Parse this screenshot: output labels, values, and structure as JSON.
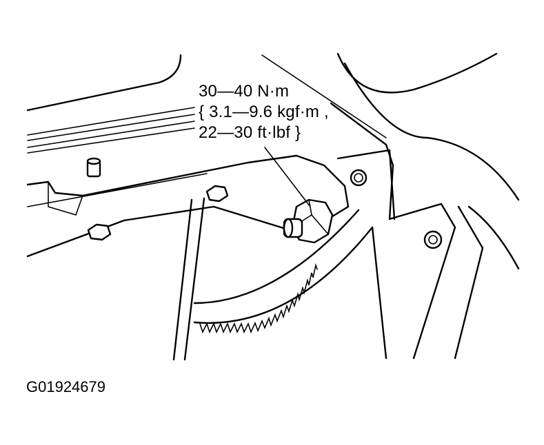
{
  "callout": {
    "line1": "30—40 N·m",
    "line2": "{ 3.1—9.6 kgf·m ,",
    "line3": "22—30 ft·lbf }"
  },
  "figure_id": "G01924679",
  "colors": {
    "ink": "#000000",
    "paper": "#ffffff"
  }
}
